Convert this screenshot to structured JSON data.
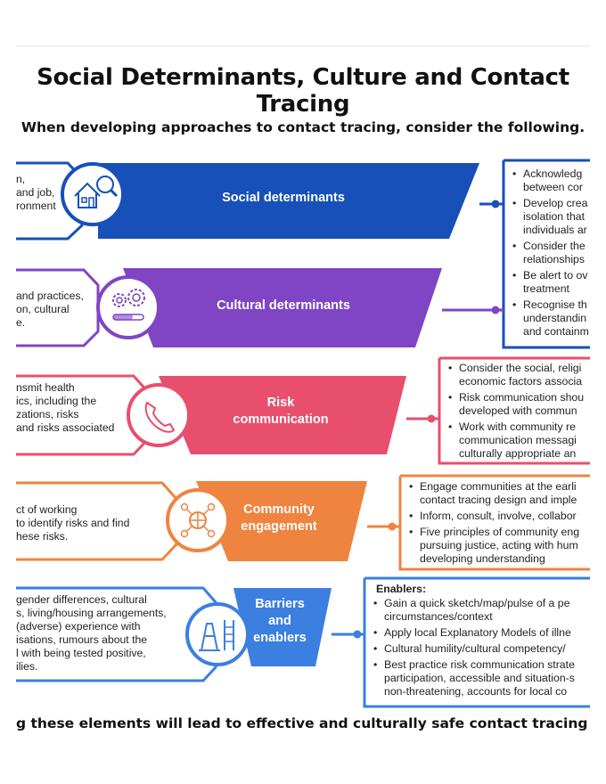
{
  "title": "Social Determinants, Culture and Contact Tracing",
  "subtitle": "When developing approaches to contact tracing, consider the following.",
  "footer": "g these elements will lead to effective and culturally safe contact tracing activ",
  "colors": {
    "social": "#1650b8",
    "cultural": "#8045c4",
    "risk": "#e84f6c",
    "community": "#ef8440",
    "barriers": "#3b7fe0"
  },
  "rows": [
    {
      "title_lines": [
        "Social determinants"
      ],
      "icon": "house-magnifier-icon",
      "left_lines": [
        "n,",
        "and job,",
        "ronment"
      ],
      "right_items": [
        {
          "lines": [
            "Acknowledg",
            "between cor"
          ]
        },
        {
          "lines": [
            "Develop crea",
            "isolation that",
            "individuals ar"
          ]
        },
        {
          "lines": [
            "Consider the",
            "relationships"
          ]
        },
        {
          "lines": [
            "Be alert to ov",
            "treatment"
          ]
        },
        {
          "lines": [
            "Recognise th",
            "understandin",
            "and containm"
          ]
        }
      ]
    },
    {
      "title_lines": [
        "Cultural determinants"
      ],
      "icon": "gears-progress-icon",
      "left_lines": [
        "and practices,",
        "on, cultural",
        "e."
      ],
      "right_items": []
    },
    {
      "title_lines": [
        "Risk",
        "communication"
      ],
      "icon": "phone-icon",
      "left_lines": [
        "nsmit health",
        "ics, including the",
        "zations, risks",
        " and risks associated"
      ],
      "right_items": [
        {
          "lines": [
            "Consider the social, religi",
            "economic factors associa"
          ]
        },
        {
          "lines": [
            "Risk communication shou",
            "developed with commun"
          ]
        },
        {
          "lines": [
            "Work with community re",
            "communication messagi",
            "culturally appropriate an"
          ]
        }
      ]
    },
    {
      "title_lines": [
        "Community",
        "engagement"
      ],
      "icon": "community-network-icon",
      "left_lines": [
        "ct of working",
        " to identify risks and find",
        "hese risks."
      ],
      "right_items": [
        {
          "lines": [
            "Engage communities at the earli",
            "contact tracing design and imple"
          ]
        },
        {
          "lines": [
            "Inform, consult, involve, collabor"
          ]
        },
        {
          "lines": [
            "Five principles of community eng",
            "pursuing justice, acting with hum",
            "developing understanding"
          ]
        }
      ]
    },
    {
      "title_lines": [
        "Barriers",
        "and",
        "enablers"
      ],
      "icon": "barrier-ladder-icon",
      "left_lines": [
        "gender differences, cultural",
        "s, living/housing arrangements,",
        "(adverse) experience with",
        "isations, rumours about the",
        "l with being tested positive,",
        "ilies."
      ],
      "right_heading": "Enablers:",
      "right_items": [
        {
          "lines": [
            "Gain a quick sketch/map/pulse of a pe",
            "circumstances/context"
          ]
        },
        {
          "lines": [
            "Apply local Explanatory Models of illne"
          ]
        },
        {
          "lines": [
            "Cultural humility/cultural competency/"
          ]
        },
        {
          "lines": [
            "Best practice risk communication strate",
            "participation, accessible and situation-s",
            "non-threatening, accounts for local co"
          ]
        }
      ]
    }
  ]
}
